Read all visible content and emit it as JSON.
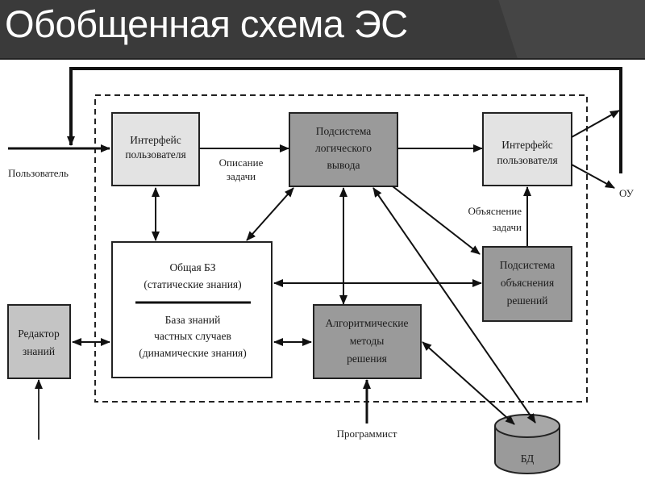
{
  "header": {
    "title": "Обобщенная схема ЭС"
  },
  "colors": {
    "header_bg": "#3a3a3a",
    "light_box": "#e3e3e3",
    "dark_box": "#9a9a9a",
    "medium_box": "#c4c4c4",
    "white_box": "#ffffff"
  },
  "blocks": {
    "ui_input": {
      "lines": [
        "Интерфейс",
        "пользователя"
      ]
    },
    "inference": {
      "lines": [
        "Подсистема",
        "логического",
        "вывода"
      ]
    },
    "ui_output": {
      "lines": [
        "Интерфейс",
        "пользователя"
      ]
    },
    "kb": {
      "top_lines": [
        "Общая БЗ",
        "(статические знания)"
      ],
      "bottom_lines": [
        "База знаний",
        "частных случаев",
        "(динамические знания)"
      ]
    },
    "explanation": {
      "lines": [
        "Подсистема",
        "объяснения",
        "решений"
      ]
    },
    "algorithms": {
      "lines": [
        "Алгоритмические",
        "методы",
        "решения"
      ]
    },
    "editor": {
      "lines": [
        "Редактор",
        "знаний"
      ]
    },
    "db": {
      "label": "БД"
    }
  },
  "labels": {
    "user": "Пользователь",
    "task_description": [
      "Описание",
      "задачи"
    ],
    "task_explanation": [
      "Объяснение",
      "задачи"
    ],
    "ou": "ОУ",
    "programmer": "Программист"
  }
}
